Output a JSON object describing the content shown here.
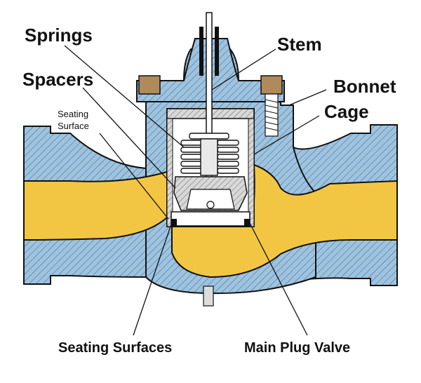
{
  "labels": {
    "springs": "Springs",
    "stem": "Stem",
    "spacers": "Spacers",
    "bonnet": "Bonnet",
    "seating_surface": "Seating\nSurface",
    "cage": "Cage",
    "seating_surfaces": "Seating Surfaces",
    "main_plug_valve": "Main Plug Valve"
  },
  "colors": {
    "body_fill": "#9fc3de",
    "flow_fill": "#f2c643",
    "outline": "#111111",
    "bolt_fill": "#b08a5a",
    "hatch": "#3d6e96"
  }
}
